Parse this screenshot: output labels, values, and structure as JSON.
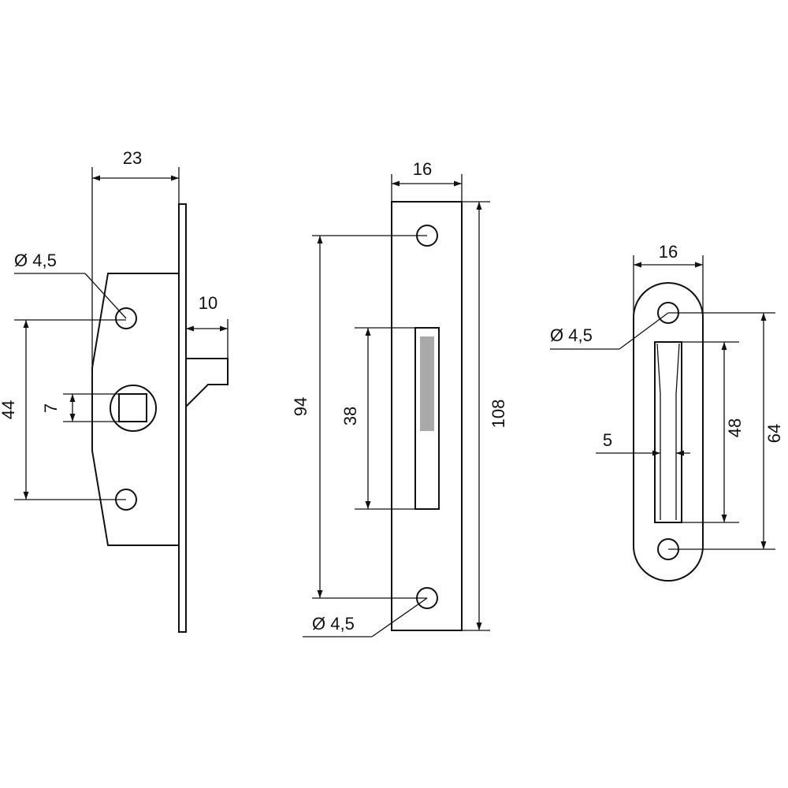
{
  "colors": {
    "line": "#111111",
    "background": "#ffffff",
    "shade": "#a9a9a9"
  },
  "lock_body": {
    "width_label": "23",
    "latch_label": "10",
    "hole_dia_label": "Ø 4,5",
    "hole_spacing_label": "44",
    "square_label": "7"
  },
  "strike_plate": {
    "width_label": "16",
    "height_label": "108",
    "hole_spacing_label": "94",
    "slot_label": "38",
    "hole_dia_label": "Ø 4,5"
  },
  "rounded_plate": {
    "width_label": "16",
    "height_label": "64",
    "slot_label": "48",
    "slot_width_label": "5",
    "hole_dia_label": "Ø 4,5"
  }
}
